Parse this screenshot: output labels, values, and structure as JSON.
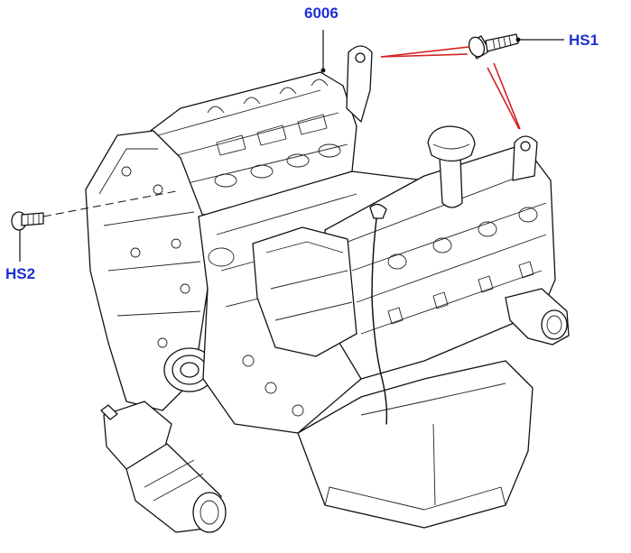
{
  "callouts": {
    "engine": "6006",
    "bolt_upper": "HS1",
    "bolt_left": "HS2"
  },
  "colors": {
    "callout_text": "#1f2fd6",
    "indicator_lines": "#d42020",
    "linework": "#111111"
  }
}
